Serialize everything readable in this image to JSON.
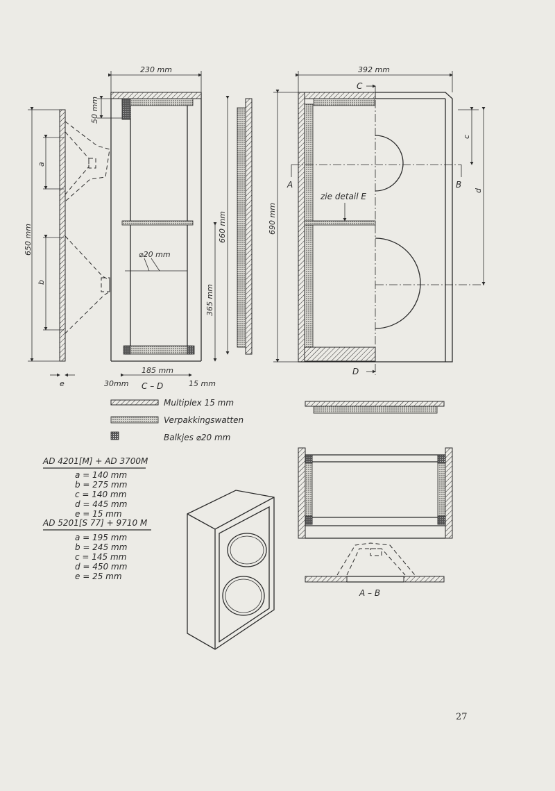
{
  "dimensions": {
    "width_top": "230 mm",
    "width_right": "392 mm",
    "d50": "50 mm",
    "h650": "650 mm",
    "h660": "660 mm",
    "h690": "690 mm",
    "h365": "365 mm",
    "w185": "185 mm",
    "w30": "30mm",
    "w15": "15 mm",
    "dia20": "20 mm"
  },
  "labels": {
    "a": "a",
    "b": "b",
    "c": "c",
    "d": "d",
    "e": "e",
    "A": "A",
    "B": "B",
    "C": "C",
    "D": "D",
    "section_cd": "C – D",
    "section_ab": "A – B",
    "detail": "zie detail E"
  },
  "legend": [
    {
      "text": "Multiplex 15 mm"
    },
    {
      "text": "Verpakkingswatten"
    },
    {
      "text": "Balkjes ⌀20 mm"
    }
  ],
  "specs": [
    {
      "header": "AD 4201[M] + AD 3700M",
      "rows": [
        "a = 140 mm",
        "b = 275 mm",
        "c = 140 mm",
        "d = 445 mm",
        "e = 15 mm"
      ]
    },
    {
      "header": "AD 5201[S 77] + 9710 M",
      "rows": [
        "a = 195 mm",
        "b = 245 mm",
        "c = 145 mm",
        "d = 450 mm",
        "e = 25 mm"
      ]
    }
  ],
  "page_number": "27"
}
